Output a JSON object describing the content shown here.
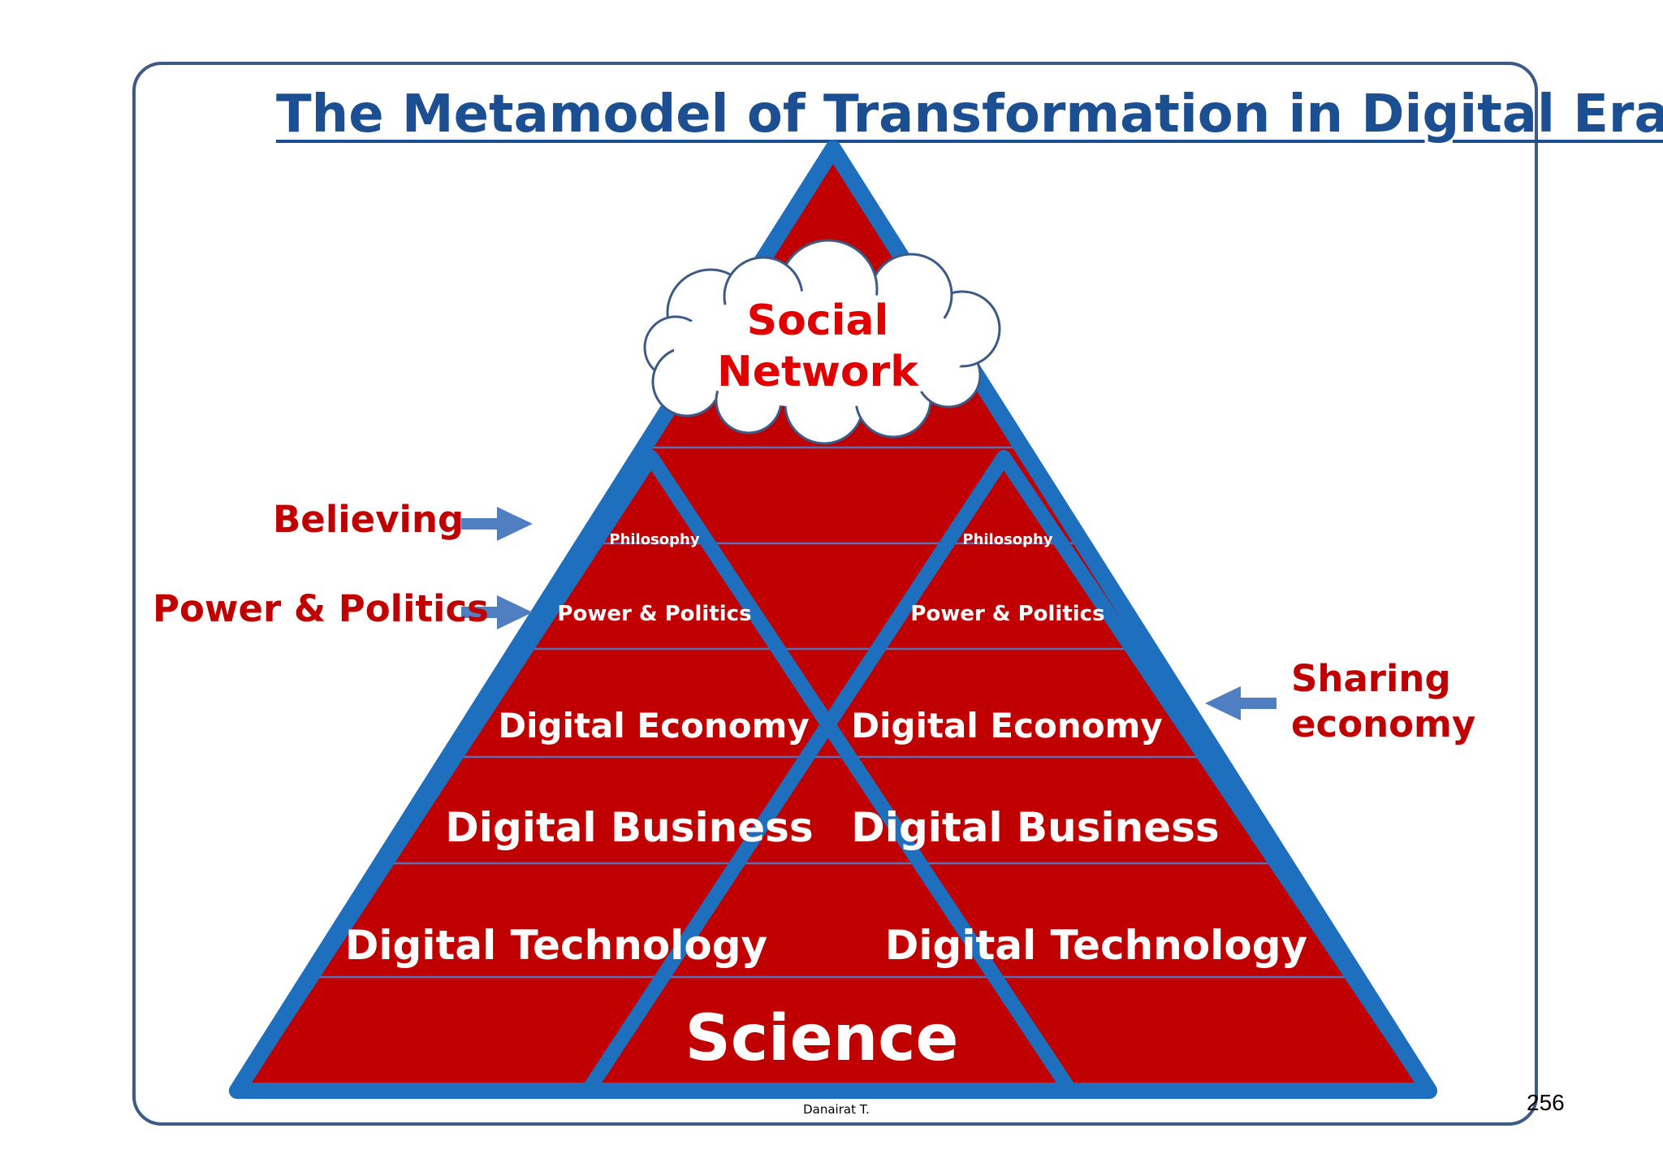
{
  "title": "The Metamodel of Transformation in Digital Era",
  "cloud_label": [
    "Social",
    "Network"
  ],
  "left_pyramid": {
    "philosophy": "Philosophy",
    "power_politics": "Power & Politics",
    "economy": "Digital Economy",
    "business": "Digital Business",
    "technology": "Digital Technology"
  },
  "right_pyramid": {
    "philosophy": "Philosophy",
    "power_politics": "Power & Politics",
    "economy": "Digital Economy",
    "business": "Digital Business",
    "technology": "Digital Technology"
  },
  "base_label": "Science",
  "side_labels": {
    "believing": "Believing",
    "power_politics": "Power & Politics",
    "sharing": [
      "Sharing",
      "economy"
    ]
  },
  "author": "Danairat T.",
  "page_number": "256",
  "colors": {
    "pyramid_fill": "#c00000",
    "pyramid_border": "#1f6fbf",
    "band_line": "#5b6fb3",
    "arrow": "#4f7fc0",
    "title": "#1b4f91",
    "accent_text": "#c00000"
  }
}
